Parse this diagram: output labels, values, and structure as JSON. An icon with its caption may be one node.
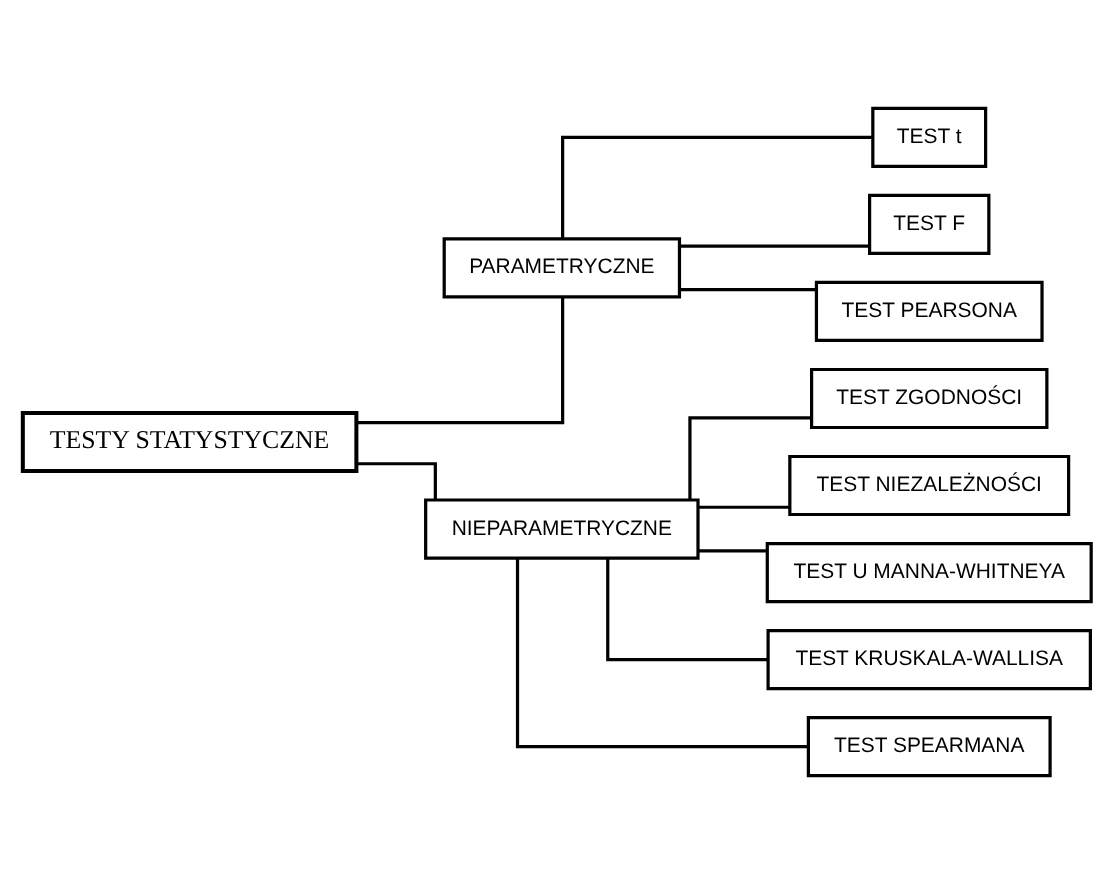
{
  "diagram": {
    "nodes": [
      {
        "text": [
          "TESTY STATYSTYCZNE"
        ]
      },
      {
        "text": [
          "PARAMETRYCZNE"
        ]
      },
      {
        "text": [
          "NIEPARAMETRYCZNE"
        ]
      },
      {
        "text": [
          "TEST t"
        ]
      },
      {
        "text": [
          "TEST F"
        ]
      },
      {
        "text": [
          "TEST PEARSONA"
        ]
      },
      {
        "text": [
          "TEST ZGODNOŚCI"
        ]
      },
      {
        "text": [
          "TEST NIEZALEŻNOŚCI"
        ]
      },
      {
        "text": [
          "TEST U MANNA-WHITNEYA"
        ]
      },
      {
        "text": [
          "TEST KRUSKALA-WALLISA"
        ]
      },
      {
        "text": [
          "TEST SPEARMANA"
        ]
      }
    ],
    "edges": [
      {
        "from": 0,
        "to": 1,
        "arrow": "none"
      },
      {
        "from": 0,
        "to": 2,
        "arrow": "none"
      },
      {
        "from": 1,
        "to": 3,
        "arrow": "none"
      },
      {
        "from": 1,
        "to": 4,
        "arrow": "none"
      },
      {
        "from": 1,
        "to": 5,
        "arrow": "none"
      },
      {
        "from": 2,
        "to": 6,
        "arrow": "none"
      },
      {
        "from": 2,
        "to": 7,
        "arrow": "none"
      },
      {
        "from": 2,
        "to": 8,
        "arrow": "none"
      },
      {
        "from": 2,
        "to": 9,
        "arrow": "none"
      },
      {
        "from": 2,
        "to": 10,
        "arrow": "none"
      }
    ]
  }
}
